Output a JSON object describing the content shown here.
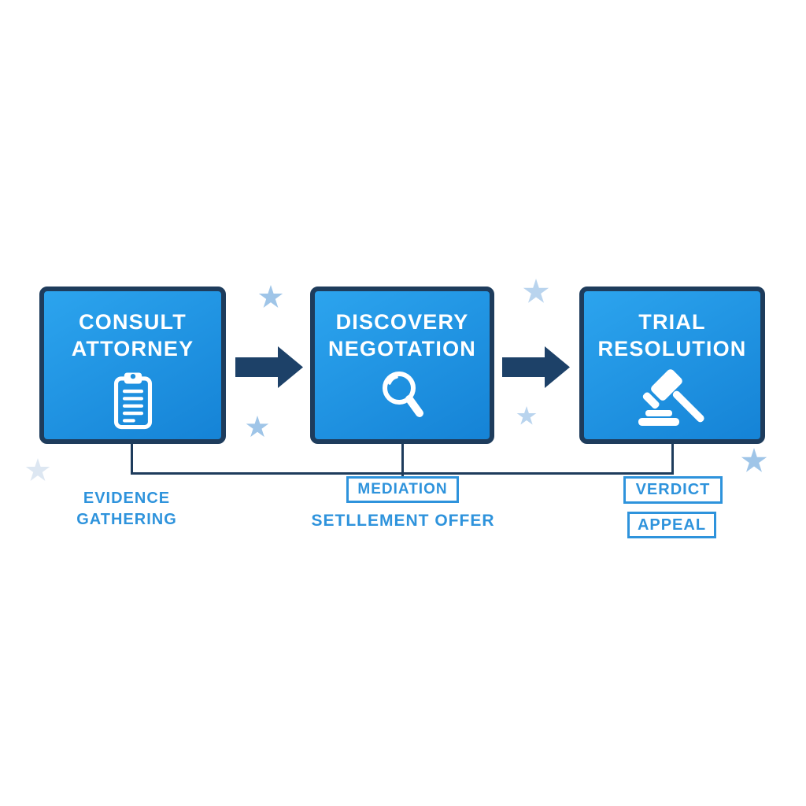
{
  "diagram": {
    "boxes": [
      {
        "line1": "CONSULT",
        "line2": "ATTORNEY",
        "icon": "clipboard-icon"
      },
      {
        "line1": "DISCOVERY",
        "line2": "NEGOTATION",
        "icon": "magnifier-icon"
      },
      {
        "line1": "TRIAL",
        "line2": "RESOLUTION",
        "icon": "gavel-icon"
      }
    ],
    "labels": {
      "evidence_line1": "EVIDENCE",
      "evidence_line2": "GATHERING",
      "mediation": "MEDIATION",
      "settlement": "SETLLEMENT OFFER",
      "verdict": "VERDICT",
      "appeal": "APPEAL"
    }
  },
  "colors": {
    "box_fill_top": "#2ca4ee",
    "box_fill_bottom": "#1583d6",
    "box_border": "#1e3c5c",
    "arrow": "#1d4168",
    "connector": "#1e3c5c",
    "label_blue": "#2e93dc",
    "star_blue": "#9fc5e8",
    "star_light": "#b9d4ee",
    "star_faint": "#dde7f2",
    "title_text": "#ffffff"
  }
}
